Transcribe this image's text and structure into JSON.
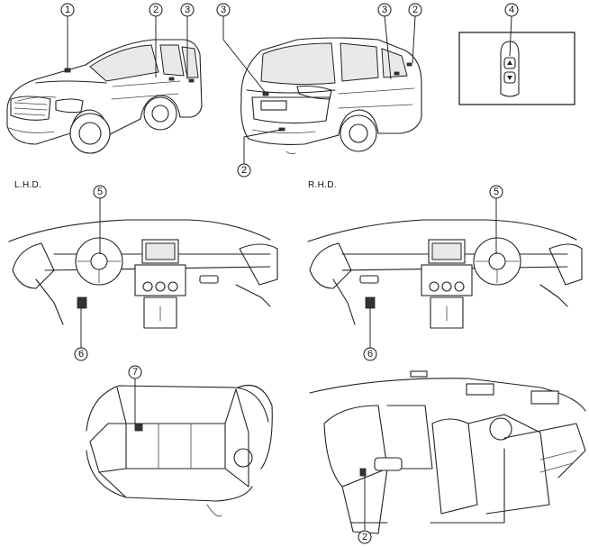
{
  "labels": {
    "lhd": "L.H.D.",
    "rhd": "R.H.D."
  },
  "callouts": {
    "c1": "1",
    "c2": "2",
    "c3": "3",
    "c4": "4",
    "c5": "5",
    "c6": "6",
    "c7": "7"
  }
}
